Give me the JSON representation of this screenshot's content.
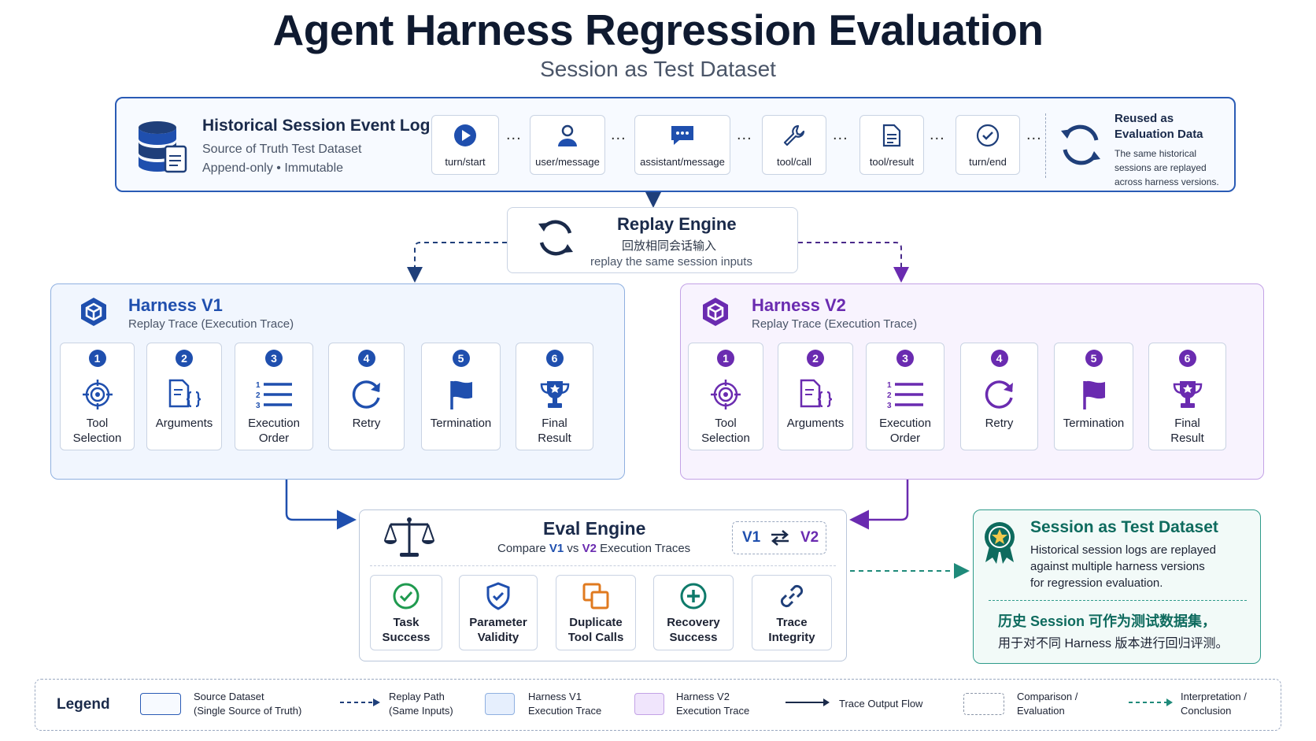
{
  "header": {
    "title": "Agent Harness Regression Evaluation",
    "subtitle": "Session as Test Dataset"
  },
  "source": {
    "title": "Historical Session Event Log",
    "line1": "Source of Truth Test Dataset",
    "line2": "Append-only • Immutable",
    "events": [
      {
        "label": "turn/start",
        "icon": "play-icon"
      },
      {
        "label": "user/message",
        "icon": "user-icon"
      },
      {
        "label": "assistant/message",
        "icon": "chat-icon"
      },
      {
        "label": "tool/call",
        "icon": "wrench-icon"
      },
      {
        "label": "tool/result",
        "icon": "document-icon"
      },
      {
        "label": "turn/end",
        "icon": "check-circle-icon"
      }
    ],
    "dots": "...",
    "reuse_title_1": "Reused as",
    "reuse_title_2": "Evaluation Data",
    "reuse_desc": [
      "The same historical",
      "sessions are replayed",
      "across harness versions."
    ]
  },
  "replay": {
    "title": "Replay Engine",
    "cn": "回放相同会话输入",
    "en": "replay the same session inputs"
  },
  "harness_v1": {
    "title": "Harness V1",
    "subtitle": "Replay Trace (Execution Trace)",
    "color": "#1f4fae"
  },
  "harness_v2": {
    "title": "Harness V2",
    "subtitle": "Replay Trace (Execution Trace)",
    "color": "#6a2bb0"
  },
  "steps": [
    {
      "num": "1",
      "l1": "Tool",
      "l2": "Selection",
      "icon": "target-icon"
    },
    {
      "num": "2",
      "l1": "Arguments",
      "l2": "",
      "icon": "document-braces-icon"
    },
    {
      "num": "3",
      "l1": "Execution",
      "l2": "Order",
      "icon": "numbered-list-icon"
    },
    {
      "num": "4",
      "l1": "Retry",
      "l2": "",
      "icon": "refresh-icon"
    },
    {
      "num": "5",
      "l1": "Termination",
      "l2": "",
      "icon": "flag-icon"
    },
    {
      "num": "6",
      "l1": "Final",
      "l2": "Result",
      "icon": "trophy-icon"
    }
  ],
  "eval": {
    "title": "Eval Engine",
    "sub_pre": "Compare",
    "v1": "V1",
    "vs": "vs",
    "v2": "V2",
    "sub_post": "Execution Traces",
    "metrics": [
      {
        "l1": "Task",
        "l2": "Success",
        "icon": "check-circle-icon"
      },
      {
        "l1": "Parameter",
        "l2": "Validity",
        "icon": "shield-check-icon"
      },
      {
        "l1": "Duplicate",
        "l2": "Tool Calls",
        "icon": "copy-icon"
      },
      {
        "l1": "Recovery",
        "l2": "Success",
        "icon": "plus-circle-icon"
      },
      {
        "l1": "Trace",
        "l2": "Integrity",
        "icon": "link-icon"
      }
    ]
  },
  "conclusion": {
    "title": "Session as Test Dataset",
    "lines": [
      "Historical session logs are replayed",
      "against multiple harness versions",
      "for regression evaluation."
    ],
    "cn1": "历史 Session 可作为测试数据集，",
    "cn2": "用于对不同 Harness 版本进行回归评测。"
  },
  "legend": {
    "title": "Legend",
    "items": [
      {
        "l1": "Source Dataset",
        "l2": "(Single Source of Truth)"
      },
      {
        "l1": "Replay Path",
        "l2": "(Same Inputs)"
      },
      {
        "l1": "Harness V1",
        "l2": "Execution Trace"
      },
      {
        "l1": "Harness V2",
        "l2": "Execution Trace"
      },
      {
        "l1": "Trace Output Flow",
        "l2": ""
      },
      {
        "l1": "Comparison /",
        "l2": "Evaluation"
      },
      {
        "l1": "Interpretation /",
        "l2": "Conclusion"
      }
    ]
  },
  "colors": {
    "navy": "#1a2a4a",
    "v1": "#1f4fae",
    "v2": "#6a2bb0",
    "teal": "#0e6b5e"
  }
}
